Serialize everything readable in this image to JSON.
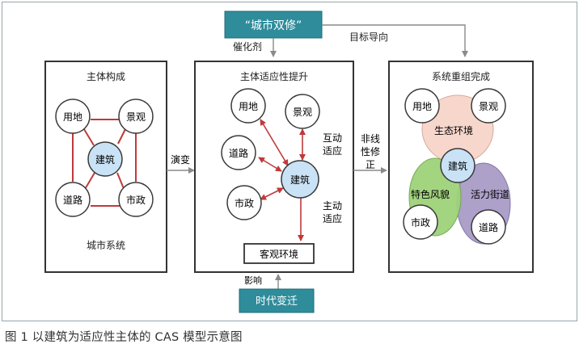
{
  "top_box": "“城市双修”",
  "bottom_box": "时代变迁",
  "labels": {
    "catalyst": "催化剂",
    "goal": "目标导向",
    "evolve": "演变",
    "nonlinear": [
      "非线",
      "性修",
      "正"
    ],
    "influence": "影响",
    "interactive": [
      "互动",
      "适应"
    ],
    "active": [
      "主动",
      "适应"
    ]
  },
  "panel1": {
    "title": "主体构成",
    "footer": "城市系统",
    "nodes": {
      "land": "用地",
      "landscape": "景观",
      "building": "建筑",
      "road": "道路",
      "municipal": "市政"
    }
  },
  "panel2": {
    "title": "主体适应性提升",
    "env_box": "客观环境",
    "nodes": {
      "land": "用地",
      "landscape": "景观",
      "road": "道路",
      "building": "建筑",
      "municipal": "市政"
    }
  },
  "panel3": {
    "title": "系统重组完成",
    "zones": {
      "eco": "生态环境",
      "feature": "特色风貌",
      "street": "活力街道"
    },
    "nodes": {
      "land": "用地",
      "landscape": "景观",
      "building": "建筑",
      "municipal": "市政",
      "road": "道路"
    }
  },
  "caption": "图 1  以建筑为适应性主体的 CAS 模型示意图",
  "colors": {
    "teal": "#2f8c9b",
    "red_link": "#c0393b",
    "building_fill": "#c9e2f5",
    "eco_fill": "#f7d7cc",
    "feature_fill": "#9fd27a",
    "street_fill": "#a99bc7",
    "border": "#3a3a3a"
  }
}
